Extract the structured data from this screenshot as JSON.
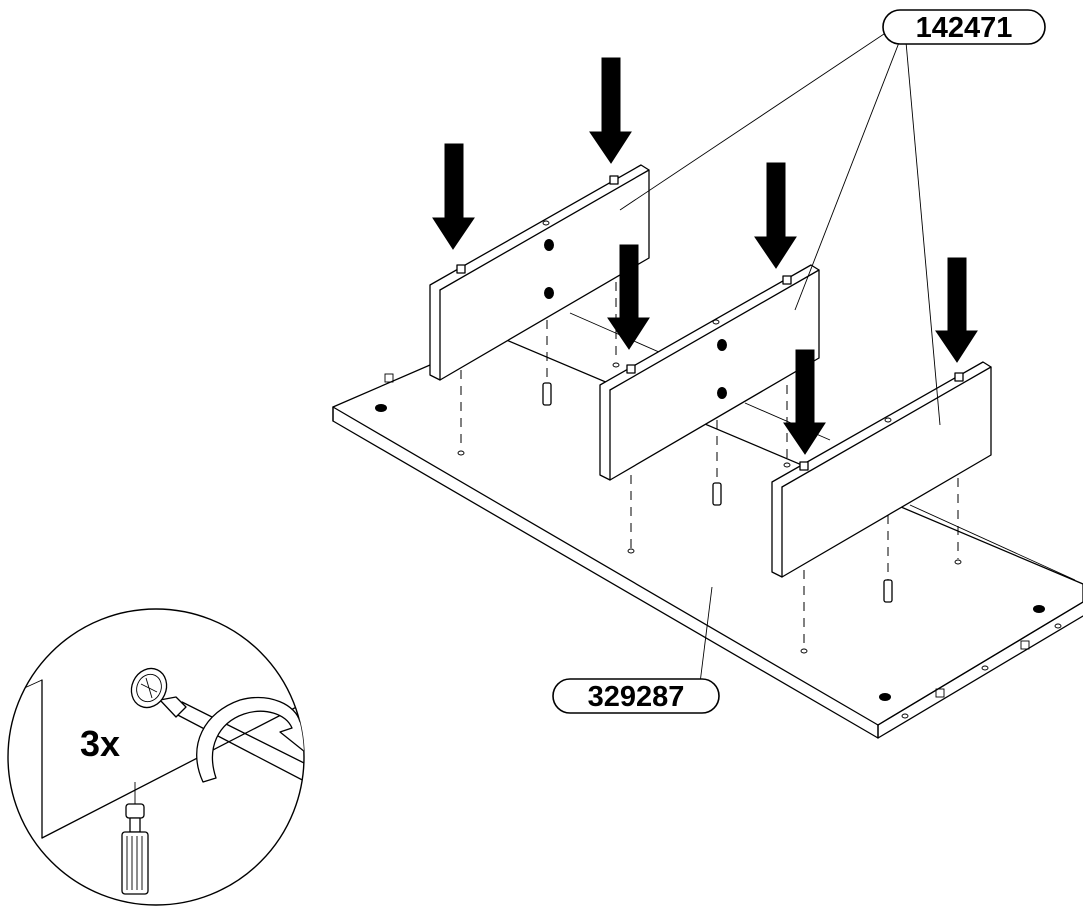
{
  "labels": {
    "divider_part_number": "142471",
    "base_panel_part_number": "329287"
  },
  "detail": {
    "quantity": "3x"
  },
  "icons": {
    "press_arrows": "down-arrow-icon",
    "rotation": "clockwise-rotate-icon",
    "tool": "screwdriver-icon",
    "fastener": "cam-lock-dowel-icon"
  },
  "colors": {
    "ink": "#000000",
    "paper": "#ffffff"
  }
}
